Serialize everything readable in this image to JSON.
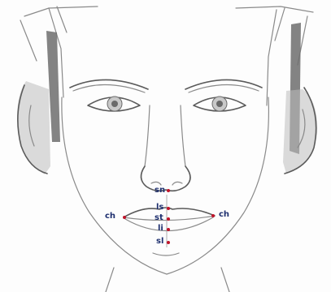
{
  "diagram": {
    "landmark_color": "#c0142a",
    "label_color": "#1e2f6f",
    "landmarks": [
      {
        "id": "sn",
        "label": "sn"
      },
      {
        "id": "ls",
        "label": "ls"
      },
      {
        "id": "st",
        "label": "st"
      },
      {
        "id": "li",
        "label": "li"
      },
      {
        "id": "sl",
        "label": "sl"
      },
      {
        "id": "ch-left",
        "label": "ch"
      },
      {
        "id": "ch-right",
        "label": "ch"
      }
    ]
  }
}
